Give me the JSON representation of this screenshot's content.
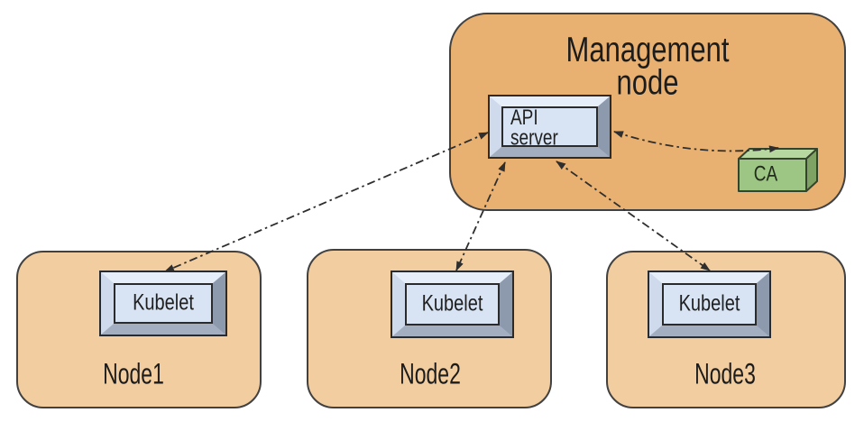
{
  "diagram": {
    "management_node": {
      "label": "Management\nnode"
    },
    "api_server": {
      "label": "API\nserver"
    },
    "ca": {
      "label": "CA"
    },
    "nodes": [
      {
        "name": "Node1",
        "component": "Kubelet"
      },
      {
        "name": "Node2",
        "component": "Kubelet"
      },
      {
        "name": "Node3",
        "component": "Kubelet"
      }
    ],
    "connections": [
      {
        "from": "kubelet-node1",
        "to": "api-server",
        "style": "dash-dot",
        "bidirectional": true
      },
      {
        "from": "kubelet-node2",
        "to": "api-server",
        "style": "dash-dot",
        "bidirectional": true
      },
      {
        "from": "kubelet-node3",
        "to": "api-server",
        "style": "dash-dot",
        "bidirectional": true
      },
      {
        "from": "api-server",
        "to": "ca",
        "style": "dash-dot",
        "bidirectional": true
      }
    ],
    "colors": {
      "management_fill": "#e9b171",
      "worker_fill": "#f2cd9f",
      "group_border": "#414141",
      "box_panel": "#d8e4f3",
      "bevel_light": "#e6eef9",
      "bevel_dark": "#8d99ad",
      "ca_front": "#9dc685",
      "ca_top": "#b7d7a1",
      "ca_side": "#7da263",
      "line": "#2e2e2e"
    }
  }
}
